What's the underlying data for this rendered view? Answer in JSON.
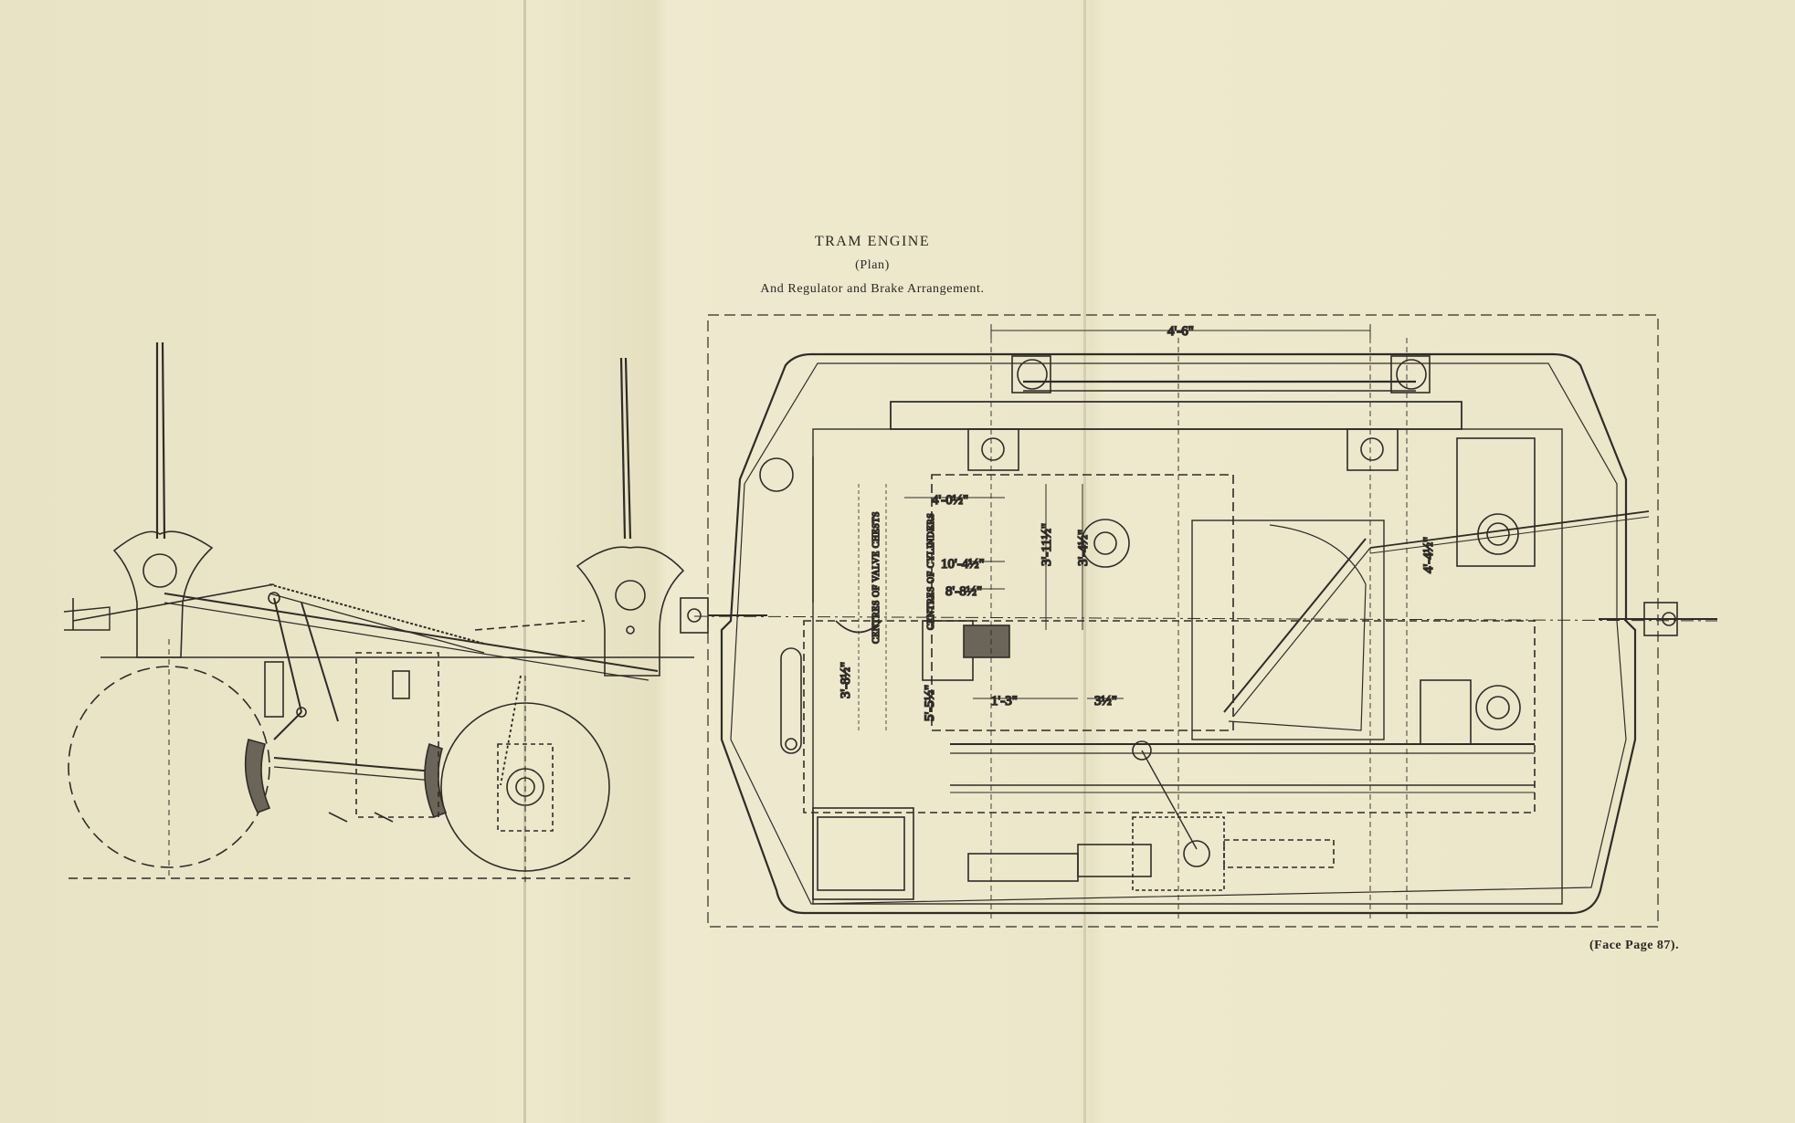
{
  "title": {
    "main": "TRAM ENGINE",
    "sub": "(Plan)",
    "caption": "And Regulator and Brake Arrangement."
  },
  "footer": {
    "face_page": "(Face Page 87)."
  },
  "dimensions": {
    "top_span": "4'-6\"",
    "d_4_0": "4'-0½\"",
    "d_10_4": "10'-4½\"",
    "d_8_8": "8'-8½\"",
    "d_3_11": "3'-11½\"",
    "d_3_4": "3'-4½\"",
    "d_4_4": "4'-4½\"",
    "d_3_8": "3'-8½\"",
    "d_5_5": "5'-5½\"",
    "d_1_3": "1'-3\"",
    "d_3_4in": "3½\"",
    "label_valve": "CENTRES OF VALVE CHESTS",
    "label_cyl": "CENTRES OF CYLINDERS"
  },
  "colors": {
    "paper": "#ece6c9",
    "ink": "#2a2722"
  }
}
